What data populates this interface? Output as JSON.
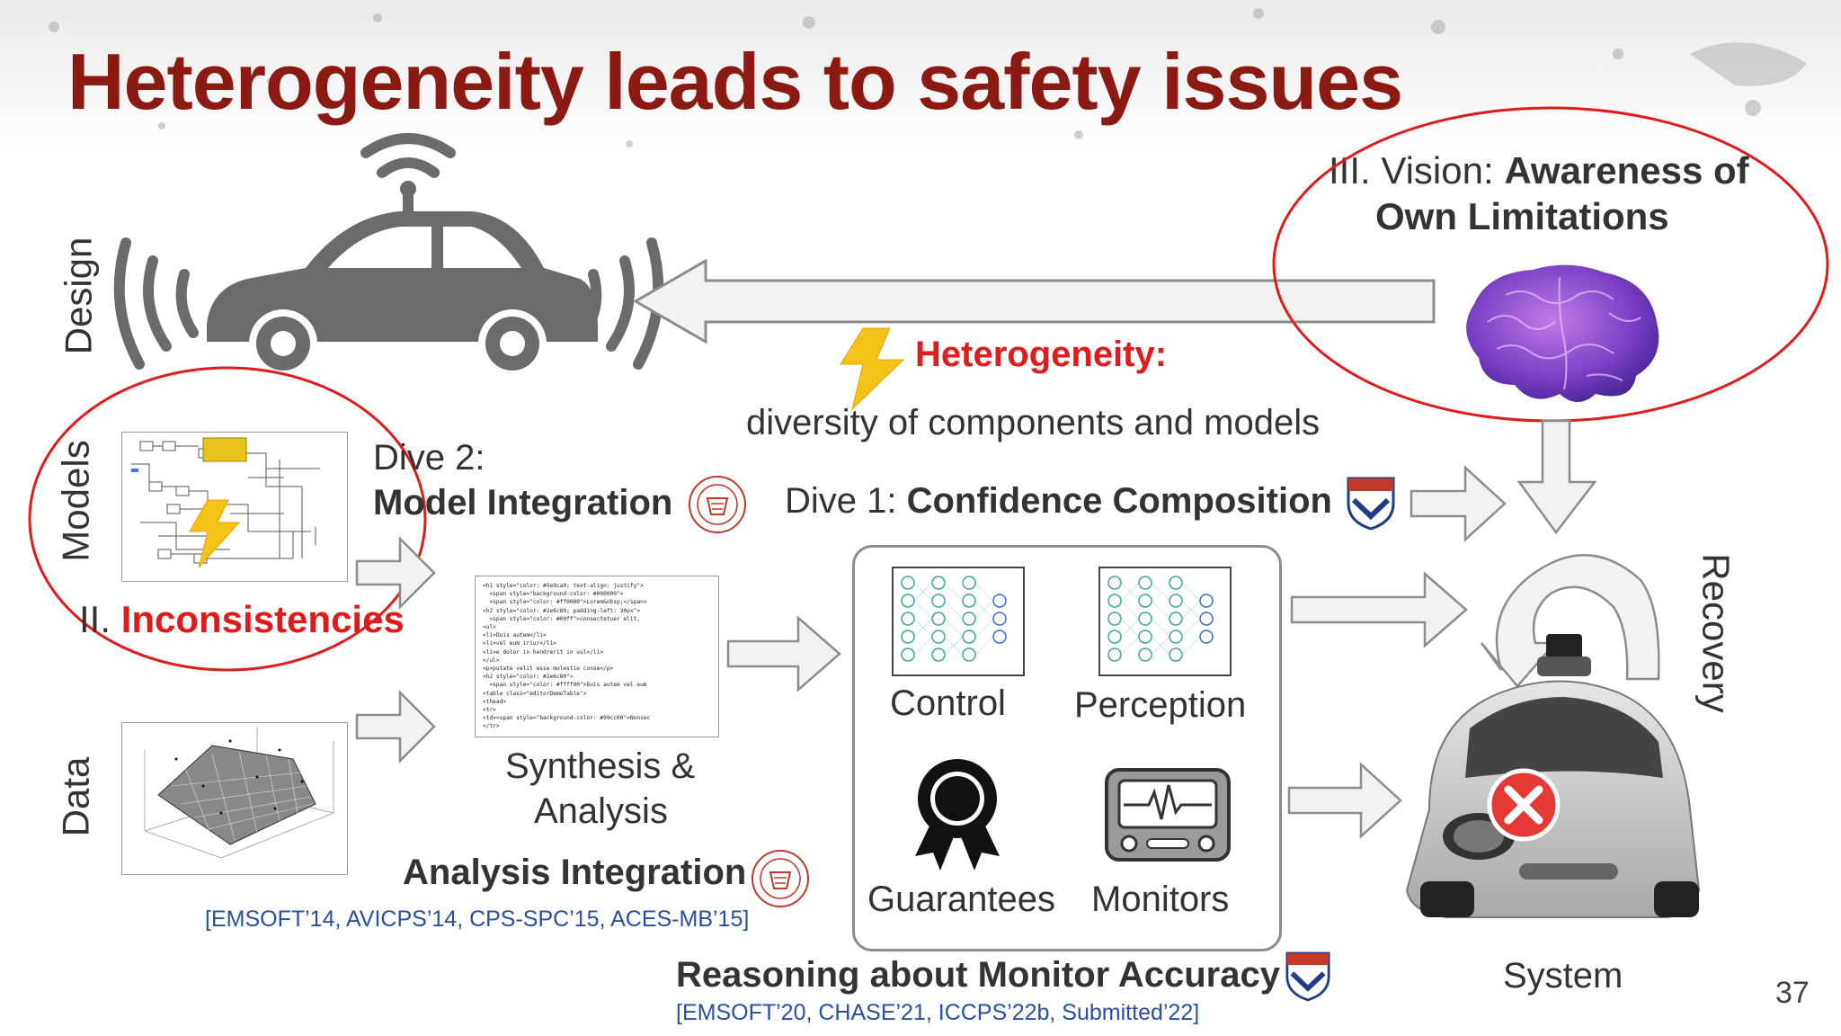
{
  "slide": {
    "title": "Heterogeneity leads to safety issues",
    "page_number": "37"
  },
  "labels": {
    "design": "Design",
    "models": "Models",
    "data": "Data",
    "recovery": "Recovery",
    "system": "System"
  },
  "heterogeneity": {
    "heading": "Heterogeneity:",
    "description": "diversity of components and models"
  },
  "vision": {
    "prefix": "III. Vision: ",
    "bold_line1": "Awareness of",
    "bold_line2": "Own Limitations"
  },
  "inconsistencies": {
    "prefix": "II. ",
    "label": "Inconsistencies"
  },
  "dive2": {
    "line1": "Dive 2:",
    "line2": "Model Integration"
  },
  "dive1": {
    "prefix": "Dive 1: ",
    "label": "Confidence Composition"
  },
  "synthesis": {
    "line1": "Synthesis &",
    "line2": "Analysis",
    "integration": "Analysis Integration",
    "citation": "[EMSOFT’14, AVICPS’14, CPS-SPC’15, ACES-MB’15]"
  },
  "components": {
    "control": "Control",
    "perception": "Perception",
    "guarantees": "Guarantees",
    "monitors": "Monitors"
  },
  "reasoning": {
    "label": "Reasoning about Monitor Accuracy",
    "citation": "[EMSOFT’20, CHASE’21, ICCPS’22b, Submitted’22]"
  },
  "code_lines": [
    "<h1 style=\"color: #5e9ca0; text-align: justify\">",
    "  <span style=\"background-color: #000000\">",
    "  <span style=\"color: #ff0000\">Lorem&nbsp;</span>",
    "<h2 style=\"color: #2e6c80; padding-left: 30px\">",
    "  <span style=\"color: #00ff\">consectetuer elit,",
    "<ul>",
    "<li>Duis autem</li>",
    "<li>vel eum iriur</li>",
    "<li>e dolor in hendrerit in vul</li>",
    "</ul>",
    "<p>putate velit esse molestie conse</p>",
    "<h2 style=\"color: #2e6c80\">",
    "  <span style=\"color: #ffff00\">Duis autem vel eum",
    "<table class=\"editorDemoTable\">",
    "<thead>",
    "<tr>",
    "<td><span style=\"background-color: #99cc00\">Nonsec",
    "</tr>"
  ],
  "colors": {
    "title": "#8b1a12",
    "accent_red": "#e01b1b",
    "citation_blue": "#2b4ea0",
    "nn_teal": "#3aa6a0",
    "arrow_fill": "#f2f2f2",
    "arrow_stroke": "#8c8c8c"
  }
}
